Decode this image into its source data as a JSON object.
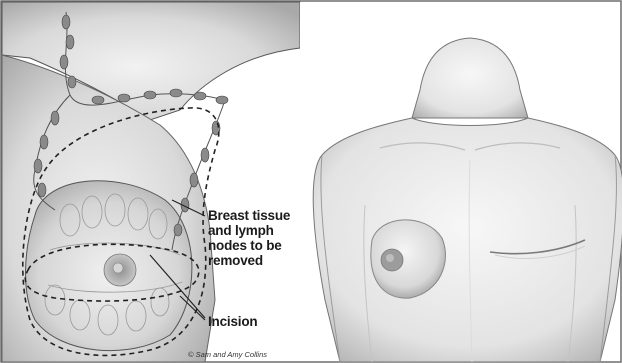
{
  "labels": {
    "tissue_lines": [
      "Breast tissue",
      "and lymph",
      "nodes to be",
      "removed"
    ],
    "incision": "Incision"
  },
  "credit": "© Sam and Amy Collins",
  "colors": {
    "background": "#ffffff",
    "skin_light": "#f4f4f4",
    "skin_shadow": "#b9b9b9",
    "outline": "#333333",
    "label_text": "#1b1b1b"
  }
}
